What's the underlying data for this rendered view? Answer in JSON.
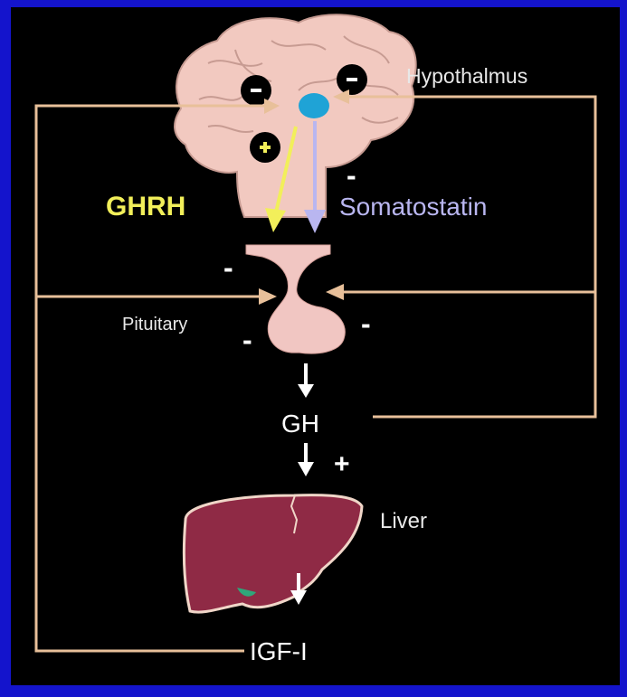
{
  "labels": {
    "hypothalamus": "Hypothalmus",
    "ghrh": "GHRH",
    "somatostatin": "Somatostatin",
    "pituitary": "Pituitary",
    "gh": "GH",
    "liver": "Liver",
    "igf": "IGF-I"
  },
  "signs": {
    "brain_minus_left": "-",
    "brain_minus_right": "-",
    "brain_plus": "+",
    "somatostatin_minus": "-",
    "pituitary_minus_top": "-",
    "pituitary_minus_left": "-",
    "pituitary_minus_right": "-",
    "gh_to_liver_plus": "+"
  },
  "colors": {
    "frame_border": "#1414cc",
    "background": "#000000",
    "feedback_line": "#e8c09a",
    "ghrh": "#f2ef5a",
    "somatostatin": "#b9b6f0",
    "brain": "#f2c9c0",
    "pituitary": "#f1c6c2",
    "hypothalamus_nucleus": "#1fa3d6",
    "liver": "#8f2a45"
  }
}
